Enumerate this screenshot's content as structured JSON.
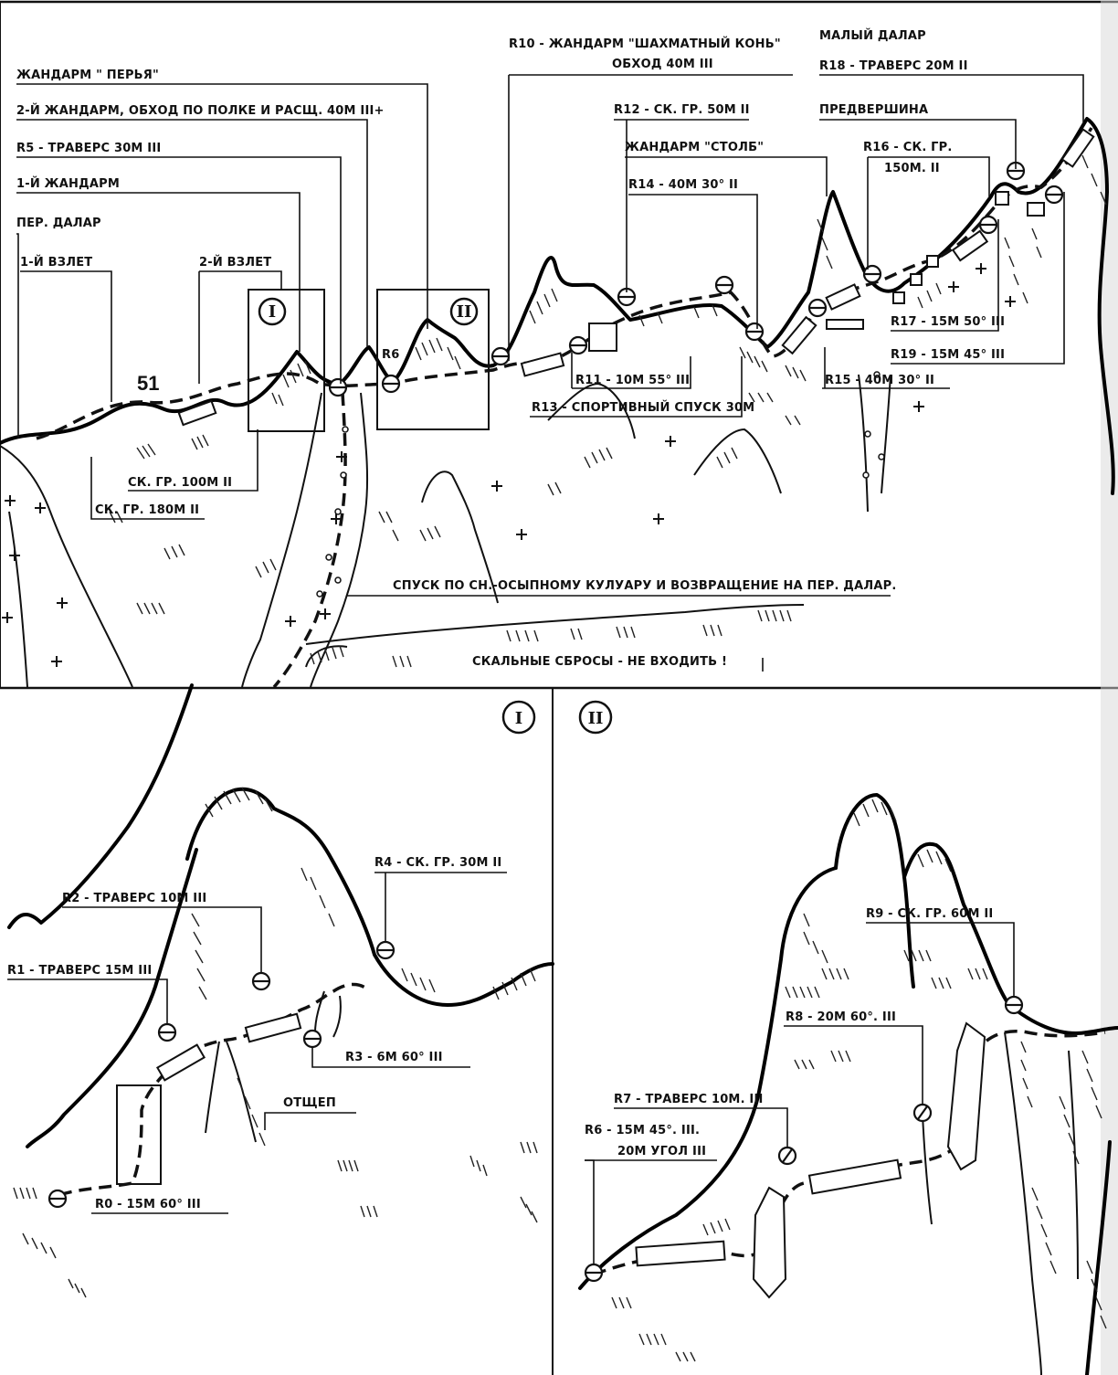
{
  "top_labels": {
    "zhandarm_perya": "ЖАНДАРМ \" ПЕРЬЯ\"",
    "zhandarm_2": "2-Й ЖАНДАРМ, ОБХОД ПО ПОЛКЕ И РАСЩ. 40М III+",
    "r5": "R5 - ТРАВЕРС 30М III",
    "zhandarm_1": "1-Й ЖАНДАРМ",
    "per_dalar": "ПЕР. ДАЛАР",
    "vzlet_1": "1-Й ВЗЛЕТ",
    "vzlet_2": "2-Й ВЗЛЕТ",
    "num_51": "51",
    "r6": "R6",
    "r10_a": "R10 - ЖАНДАРМ \"ШАХМАТНЫЙ КОНЬ\"",
    "r10_b": "ОБХОД 40М III",
    "r12": "R12 - СК. ГР. 50М II",
    "zhandarm_stolb": "ЖАНДАРМ \"СТОЛБ\"",
    "r14": "R14 - 40М 30° II",
    "malyi_dalar": "МАЛЫЙ ДАЛАР",
    "r18": "R18 - ТРАВЕРС 20М II",
    "predvershina": "ПРЕДВЕРШИНА",
    "r16_a": "R16 - СК. ГР.",
    "r16_b": "150М. II",
    "r17": "R17 - 15М 50° III",
    "r19": "R19 - 15М 45° III",
    "r15": "R15 - 40М 30° II",
    "r11": "R11 - 10М 55° III",
    "r13": "R13 - СПОРТИВНЫЙ СПУСК 30М",
    "sk_gr_100": "СК. ГР. 100М II",
    "sk_gr_180": "СК. ГР. 180М II",
    "descent": "СПУСК ПО СН.-ОСЫПНОМУ КУЛУАРУ И ВОЗВРАЩЕНИЕ НА ПЕР. ДАЛАР.",
    "warning": "СКАЛЬНЫЕ СБРОСЫ - НЕ ВХОДИТЬ !",
    "inset_1_id": "I",
    "inset_2_id": "II"
  },
  "inset_1": {
    "id": "I",
    "r4": "R4 - СК. ГР. 30М II",
    "r2": "R2 - ТРАВЕРС 10М III",
    "r1": "R1 - ТРАВЕРС 15М III",
    "r3": "R3 - 6М 60° III",
    "otshchep": "ОТЩЕП",
    "r0": "R0 - 15М 60° III"
  },
  "inset_2": {
    "id": "II",
    "r9": "R9 - СК. ГР. 60М II",
    "r8": "R8 - 20М 60°. III",
    "r7": "R7 - ТРАВЕРС 10М. III",
    "r6_a": "R6 - 15М 45°. III.",
    "r6_b": "20М УГОЛ III"
  }
}
